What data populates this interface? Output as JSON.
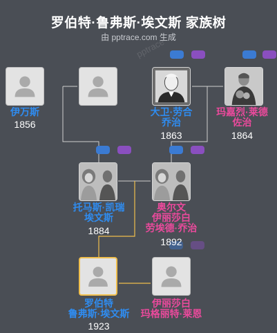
{
  "header": {
    "title": "罗伯特·鲁弗斯·埃文斯 家族树",
    "subtitle": "由 pptrace.com 生成",
    "watermark": "pptrace"
  },
  "people": {
    "p1": {
      "name": "伊万斯",
      "year": "1856",
      "gender": "male"
    },
    "p2": {
      "name": "",
      "year": "",
      "gender": "unknown"
    },
    "p3": {
      "name_line1": "大卫·劳合",
      "name_line2": "乔治",
      "year": "1863",
      "gender": "male"
    },
    "p4": {
      "name_line1": "玛嘉烈·莱德",
      "name_line2": "佐治",
      "year": "1864",
      "gender": "female"
    },
    "p5": {
      "name_line1": "托马斯·凯瑞",
      "name_line2": "埃文斯",
      "year": "1884",
      "gender": "male"
    },
    "p6": {
      "name_line1": "奥尔文",
      "name_line2": "伊丽莎白",
      "name_line3": "劳埃德·乔治",
      "year": "1892",
      "gender": "female"
    },
    "p7": {
      "name_line1": "罗伯特",
      "name_line2": "鲁弗斯·埃文斯",
      "year": "1923",
      "gender": "male"
    },
    "p8": {
      "name_line1": "伊丽莎白",
      "name_line2": "玛格丽特·莱恩",
      "year": "",
      "gender": "female"
    }
  },
  "colors": {
    "background": "#4a4e55",
    "male": "#2f8cf0",
    "female": "#ea4a9c",
    "selected_border": "#f1bf4c",
    "tag_blue": "#3b7bd3",
    "tag_purple": "#8a4fbf"
  }
}
